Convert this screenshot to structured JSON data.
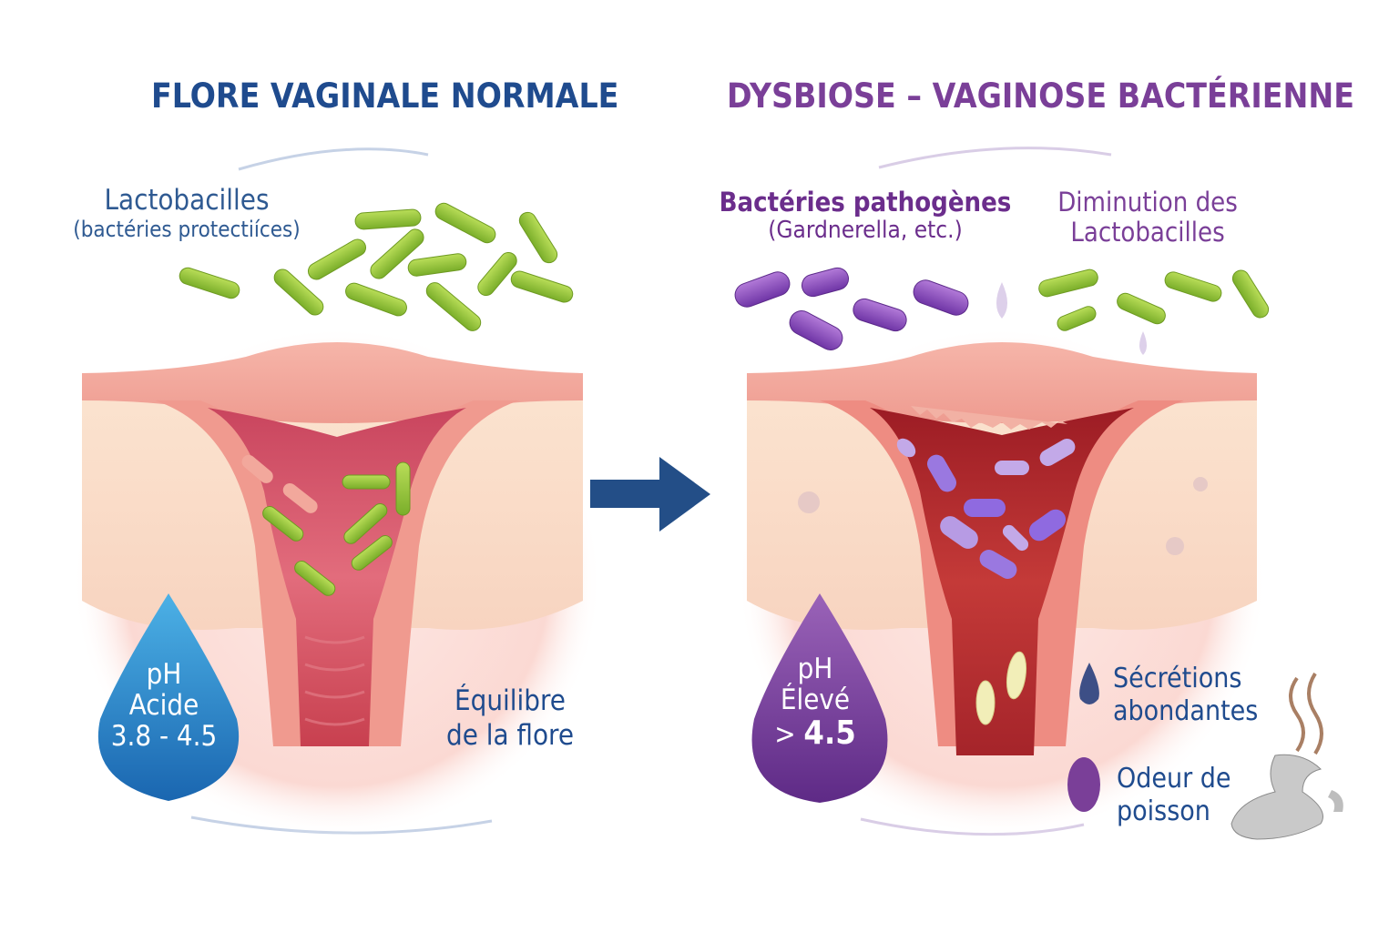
{
  "colors": {
    "left_title": "#1f4b8e",
    "right_title": "#7a3f98",
    "arrow": "#234e87",
    "lactobacilli_green": "#9ccc3c",
    "pathogen_purple": "#8a4bc0",
    "drop_blue": "#2a86cc",
    "drop_purple": "#7a3f98",
    "tissue_pink": "#f2a9a0",
    "lumen_normal": "#d9566c",
    "lumen_dysbiosis": "#b52a2f"
  },
  "left_panel": {
    "title": "FLORE VAGINALE NORMALE",
    "lactobacilli_label": "Lactobacilles",
    "lactobacilli_sublabel": "(bactéries protectiíces)",
    "ph_drop": {
      "line1": "pH",
      "line2": "Acide",
      "line3": "3.8 - 4.5"
    },
    "balance_label_line1": "Équilibre",
    "balance_label_line2": "de la flore"
  },
  "transition_arrow": {
    "icon": "arrow-right-icon"
  },
  "right_panel": {
    "title": "DYSBIOSE – VAGINOSE BACTÉRIENNE",
    "pathogens_label": "Bactéries pathogènes",
    "pathogens_sublabel": "(Gardnerella, etc.)",
    "decrease_label_line1": "Diminution des",
    "decrease_label_line2": "Lactobacilles",
    "ph_drop": {
      "line1": "pH",
      "line2": "Élevé",
      "line3_prefix": "> ",
      "line3": "4.5"
    },
    "symptoms": [
      {
        "icon": "droplet-icon",
        "line1": "Sécrétions",
        "line2": "abondantes"
      },
      {
        "icon": "purple-drop-icon",
        "line1": "Odeur de",
        "line2": "poisson"
      }
    ],
    "smell_icon": "fish-odor-icon"
  }
}
